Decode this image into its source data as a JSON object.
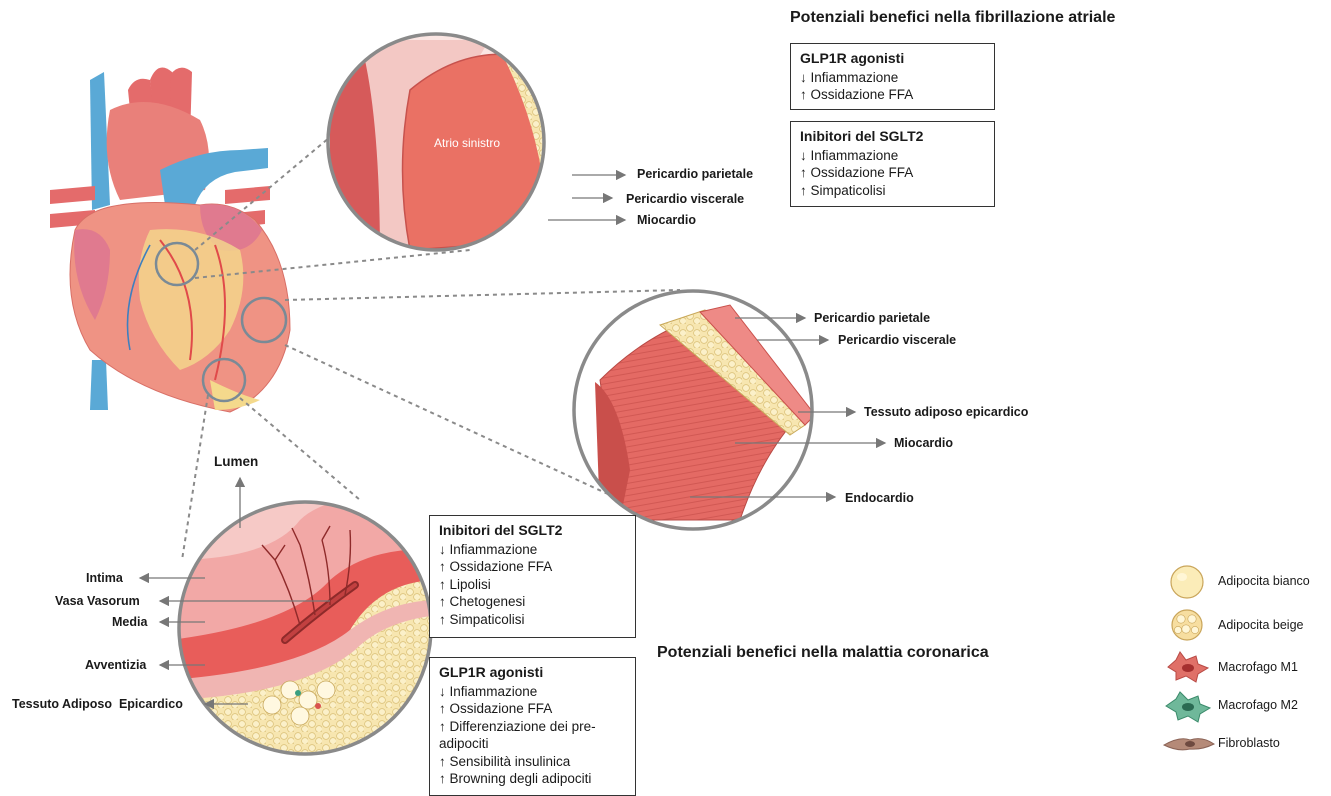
{
  "titles": {
    "af": "Potenziali benefici nella fibrillazione atriale",
    "cad": "Potenziali benefici nella malattia coronarica"
  },
  "boxes": {
    "af_glp1": {
      "head": "GLP1R agonisti",
      "items": [
        "↓ Infiammazione",
        "↑ Ossidazione FFA"
      ]
    },
    "af_sglt2": {
      "head": "Inibitori del SGLT2",
      "items": [
        "↓ Infiammazione",
        "↑ Ossidazione FFA",
        "↑ Simpaticolisi"
      ]
    },
    "cad_sglt2": {
      "head": "Inibitori del SGLT2",
      "items": [
        "↓ Infiammazione",
        "↑ Ossidazione FFA",
        "↑ Lipolisi",
        "↑ Chetogenesi",
        "↑ Simpaticolisi"
      ]
    },
    "cad_glp1": {
      "head": "GLP1R agonisti",
      "items": [
        "↓ Infiammazione",
        "↑ Ossidazione FFA",
        "↑ Differenziazione dei pre-adipociti",
        "↑ Sensibilità insulinica",
        "↑ Browning degli adipociti"
      ]
    }
  },
  "atrium": {
    "center": "Atrio sinistro",
    "labels": [
      "Pericardio parietale",
      "Pericardio viscerale",
      "Miocardio"
    ]
  },
  "ventricle": {
    "labels": [
      "Pericardio parietale",
      "Pericardio viscerale",
      "Tessuto adiposo epicardico",
      "Miocardio",
      "Endocardio"
    ]
  },
  "coronary": {
    "lumen": "Lumen",
    "labels": [
      "Intima",
      "Vasa Vasorum",
      "Media",
      "Avventizia",
      "Tessuto Adiposo  Epicardico"
    ]
  },
  "legend": [
    {
      "label": "Adipocita bianco",
      "icon": "white-adipocyte-icon"
    },
    {
      "label": "Adipocita beige",
      "icon": "beige-adipocyte-icon"
    },
    {
      "label": "Macrofago M1",
      "icon": "m1-macrophage-icon"
    },
    {
      "label": "Macrofago M2",
      "icon": "m2-macrophage-icon"
    },
    {
      "label": "Fibroblasto",
      "icon": "fibroblast-icon"
    }
  ],
  "colors": {
    "heart": "#e8857a",
    "vessel_blue": "#5aa9d6",
    "artery_red": "#e46b6b",
    "fat": "#f5e2a6",
    "myocardium": "#e56a63",
    "border_grey": "#8a8a8a"
  }
}
